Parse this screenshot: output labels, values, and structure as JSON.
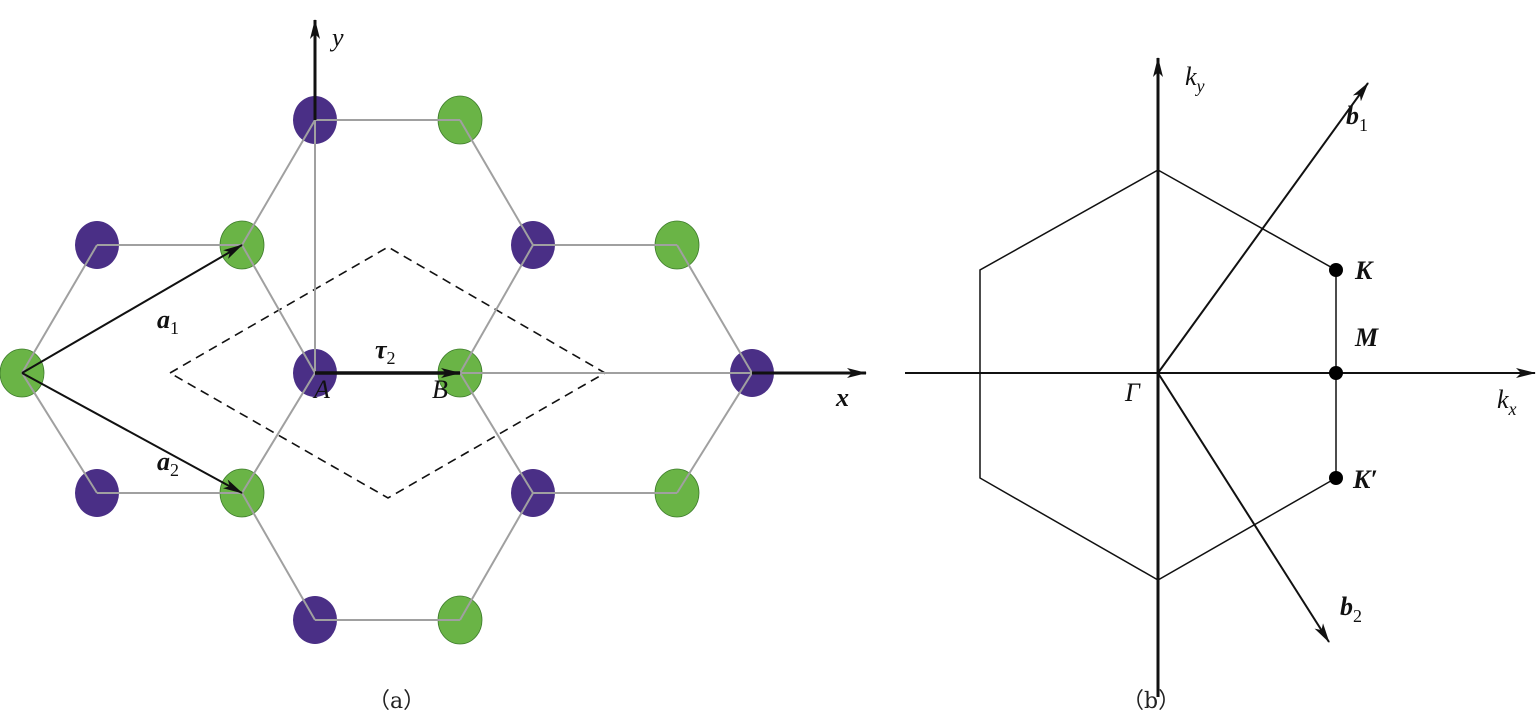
{
  "colors": {
    "atom_a": "#4a2f86",
    "atom_b": "#6ab446",
    "bond": "#a0a0a0"
  },
  "panel_a": {
    "caption": "（a）",
    "axis_x": "x",
    "axis_y": "y",
    "vector_a1": {
      "base": "a",
      "sub": "1"
    },
    "vector_a2": {
      "base": "a",
      "sub": "2"
    },
    "vector_tau2": {
      "base": "τ",
      "sub": "2"
    },
    "site_a": "A",
    "site_b": "B"
  },
  "panel_b": {
    "caption": "（b）",
    "axis_kx": {
      "base": "k",
      "sub": "x"
    },
    "axis_ky": {
      "base": "k",
      "sub": "y"
    },
    "vector_b1": {
      "base": "b",
      "sub": "1"
    },
    "vector_b2": {
      "base": "b",
      "sub": "2"
    },
    "point_gamma": "Γ",
    "point_k": "K",
    "point_m": "M",
    "point_k_prime": "K′"
  }
}
